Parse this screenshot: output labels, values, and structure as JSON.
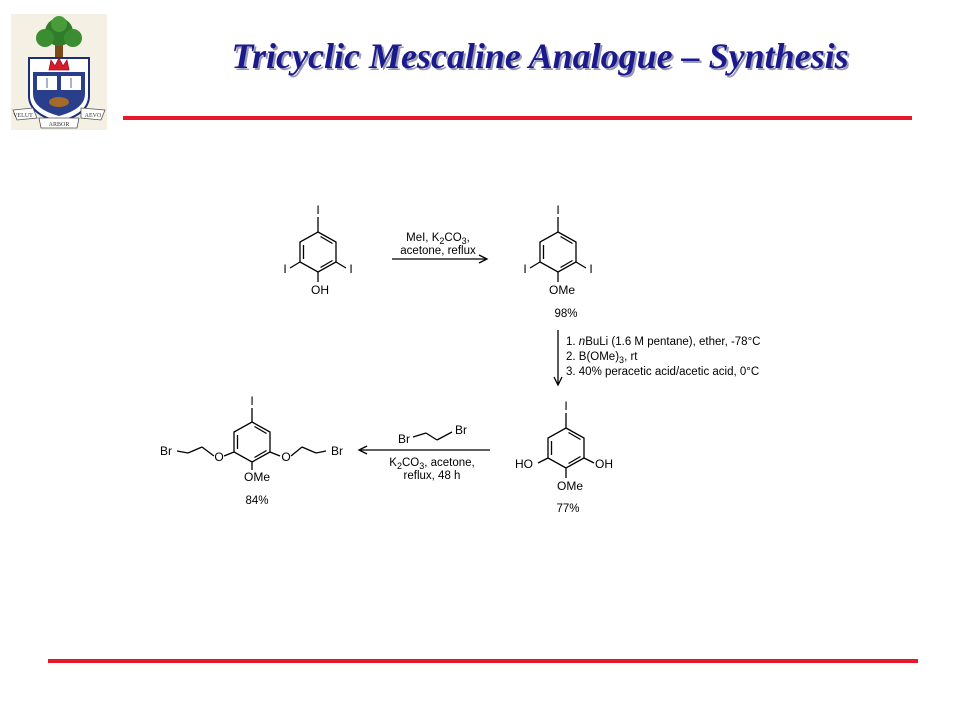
{
  "slide": {
    "title": "Tricyclic Mescaline Analogue – Synthesis",
    "accent_color": "#e8182a",
    "title_color": "#1a1a8c"
  },
  "logo": {
    "motto_left": "VELUT",
    "motto_center": "ARBOR",
    "motto_right": "AEVO",
    "icons": [
      "tree-icon",
      "crown-icon",
      "book-icon",
      "beaver-icon"
    ]
  },
  "scheme": {
    "compound1": {
      "atoms": {
        "top": "I",
        "left": "I",
        "right": "I",
        "bottom": "OH"
      }
    },
    "compound2": {
      "atoms": {
        "top": "I",
        "left": "I",
        "right": "I",
        "bottom": "OMe"
      },
      "yield": "98%"
    },
    "compound3": {
      "atoms": {
        "top": "I",
        "left": "HO",
        "right": "OH",
        "bottom": "OMe"
      },
      "yield": "77%"
    },
    "compound4": {
      "atoms": {
        "top": "I",
        "left_o": "O",
        "right_o": "O",
        "bottom": "OMe",
        "br_left": "Br",
        "br_right": "Br"
      },
      "yield": "84%"
    },
    "step1": {
      "line1": "MeI, K2CO3,",
      "line2": "acetone, reflux"
    },
    "step2": {
      "line1": "1. nBuLi (1.6 M pentane), ether, -78°C",
      "line2": "2. B(OMe)3, rt",
      "line3": "3. 40% peracetic acid/acetic acid, 0°C"
    },
    "step3": {
      "reagent_br_left": "Br",
      "reagent_br_right": "Br",
      "line1": "K2CO3, acetone,",
      "line2": "reflux, 48 h"
    }
  }
}
